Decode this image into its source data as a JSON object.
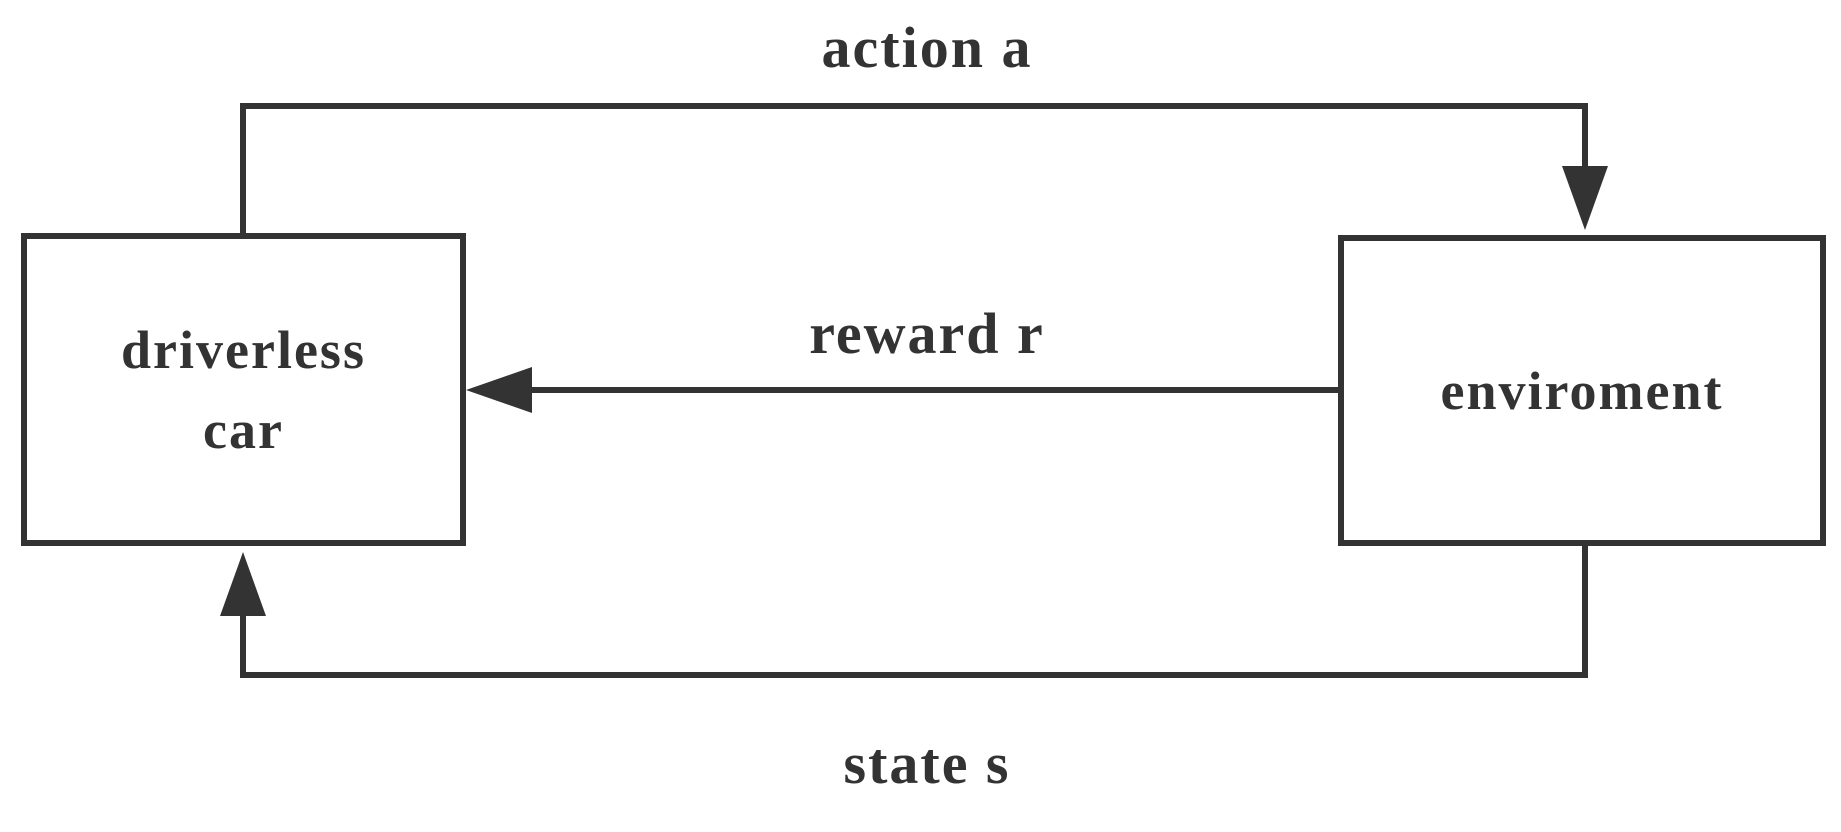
{
  "diagram": {
    "nodes": {
      "car": {
        "line1": "driverless",
        "line2": "car"
      },
      "environment": {
        "label": "enviroment"
      }
    },
    "edges": {
      "action": {
        "label": "action a"
      },
      "reward": {
        "label": "reward r"
      },
      "state": {
        "label": "state s"
      }
    },
    "colors": {
      "stroke": "#333333",
      "text": "#333333",
      "background": "#ffffff"
    }
  }
}
